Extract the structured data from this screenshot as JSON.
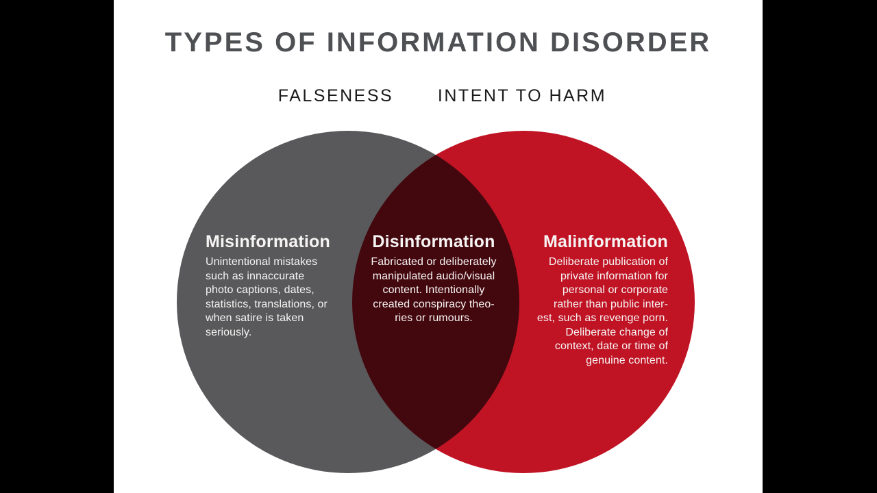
{
  "title": "TYPES OF INFORMATION DISORDER",
  "axes": {
    "falseness_label": "FALSENESS",
    "intent_label": "INTENT TO HARM"
  },
  "venn": {
    "left_circle": {
      "label": "Misinformation",
      "description": "Unintentional mistakes\nsuch as innaccurate\nphoto captions, dates,\nstatistics, translations, or\nwhen satire is taken\nseriously.",
      "color": "#59595b"
    },
    "overlap": {
      "label": "Disinformation",
      "description": "Fabricated or deliberately\nmanipulated audio/visual\ncontent. Intentionally\ncreated conspiracy theo-\nries or rumours.",
      "color": "#430810"
    },
    "right_circle": {
      "label": "Malinformation",
      "description": "Deliberate publication of\nprivate information for\npersonal or corporate\nrather than public inter-\nest, such as revenge porn.\nDeliberate change of\ncontext, date or time of\ngenuine content.",
      "color": "#c01425"
    }
  },
  "colors": {
    "background": "#ffffff",
    "letterbox": "#000000",
    "title_text": "#4f5054",
    "axis_text": "#1b1b1b",
    "zone_text": "#f7f5f4"
  }
}
